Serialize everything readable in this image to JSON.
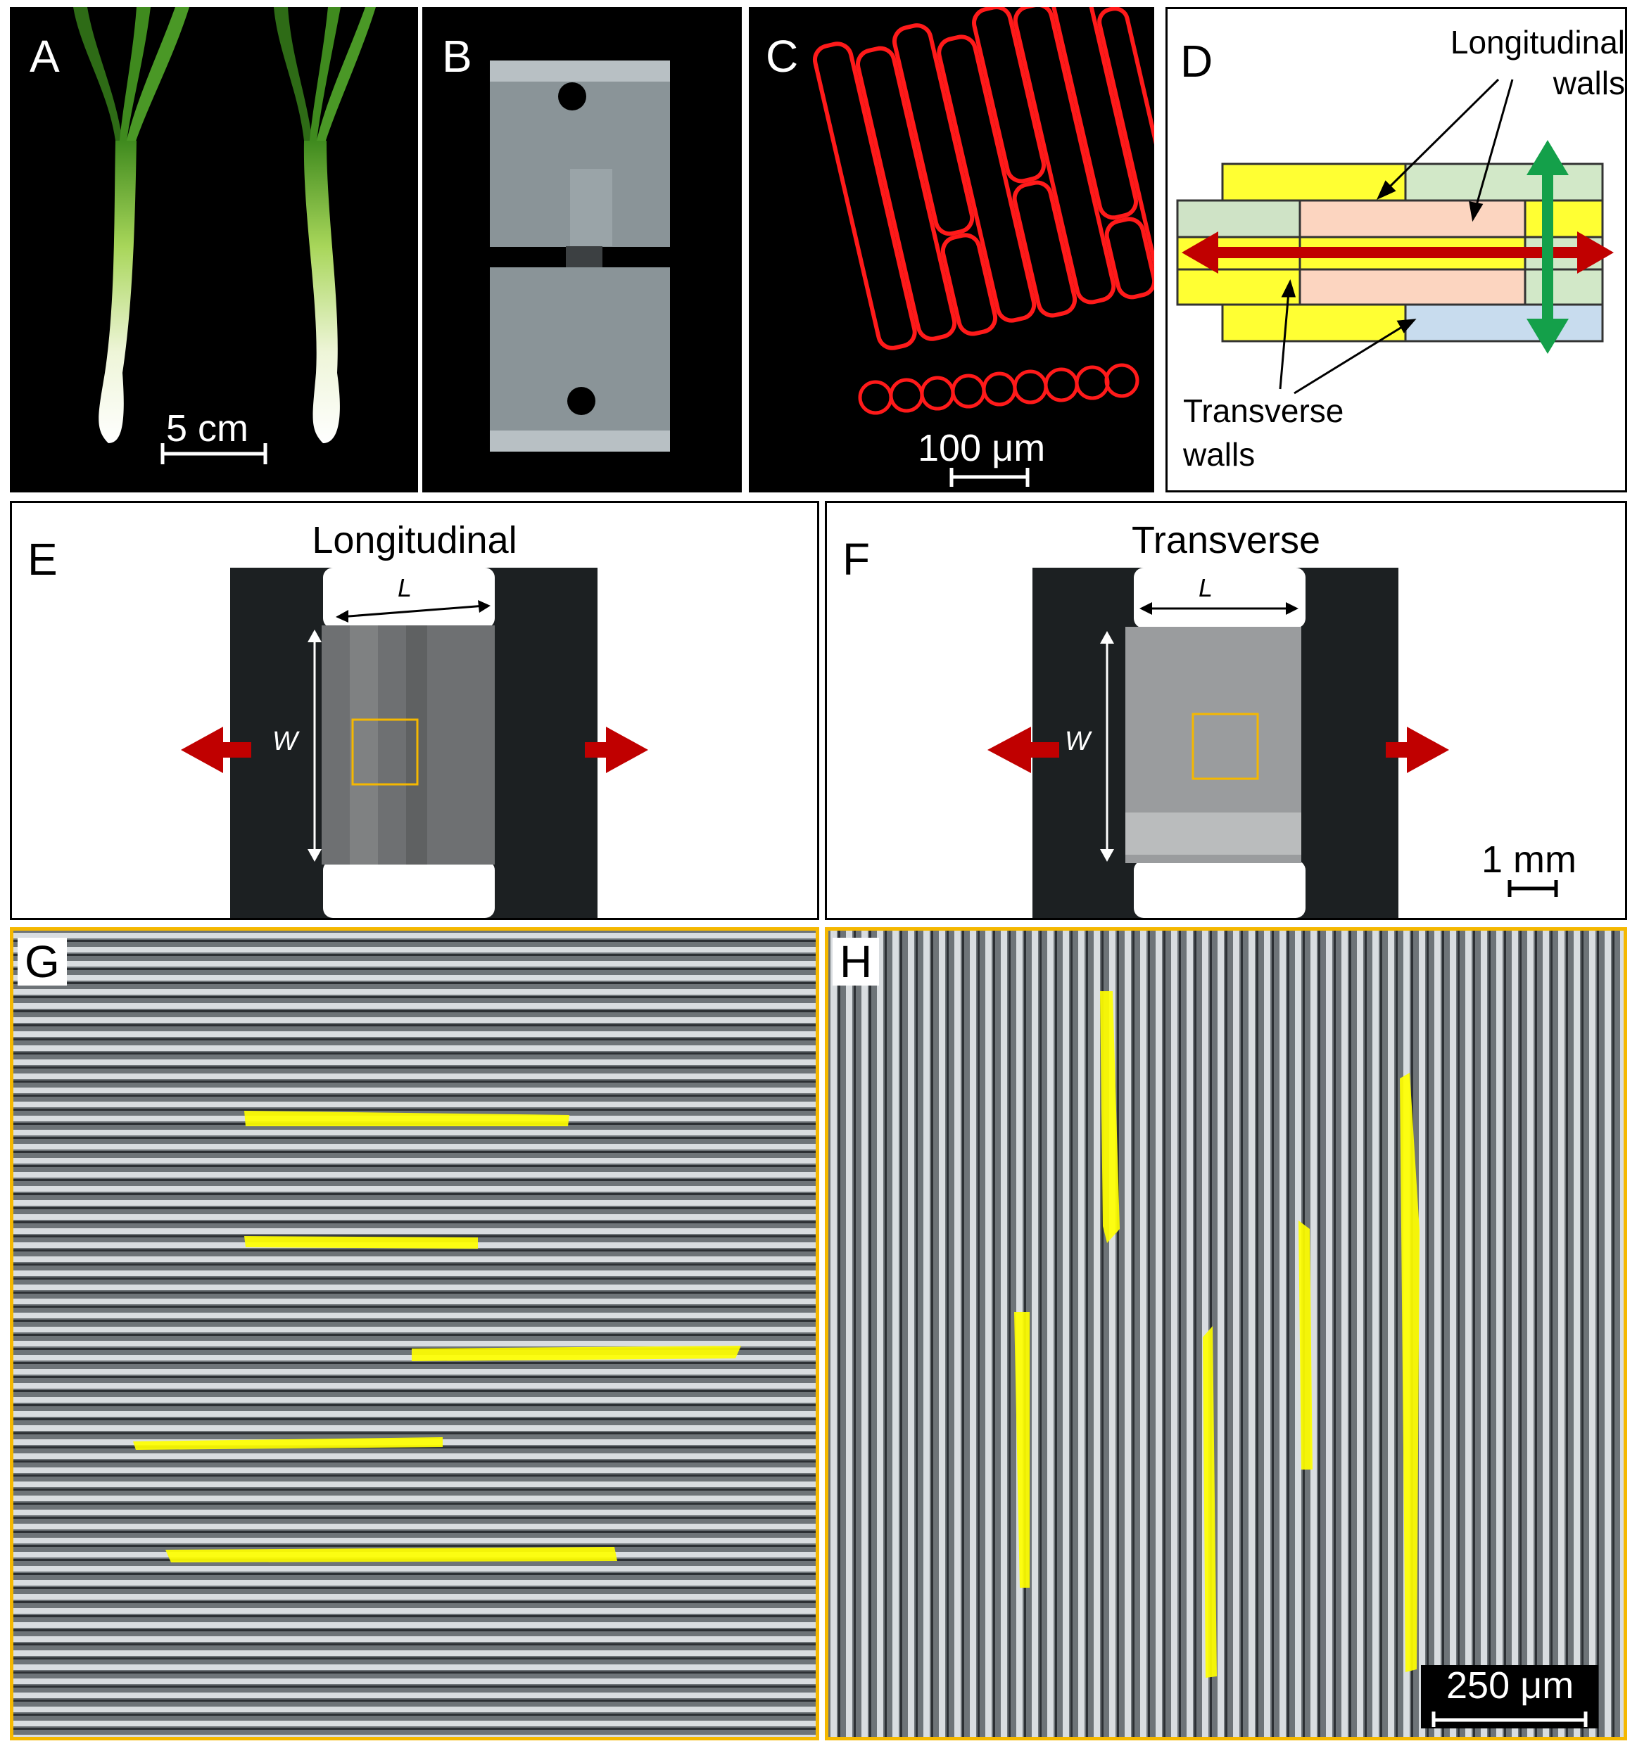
{
  "panels": {
    "A": {
      "letter": "A",
      "scale_label": "5 cm"
    },
    "B": {
      "letter": "B"
    },
    "C": {
      "letter": "C",
      "scale_label": "100 μm"
    },
    "D": {
      "letter": "D",
      "label_longitudinal_1": "Longitudinal",
      "label_longitudinal_2": "walls",
      "label_transverse_1": "Transverse",
      "label_transverse_2": "walls"
    },
    "E": {
      "letter": "E",
      "title": "Longitudinal",
      "label_L": "L",
      "label_W": "W"
    },
    "F": {
      "letter": "F",
      "title": "Transverse",
      "label_L": "L",
      "label_W": "W",
      "scale_label": "1 mm"
    },
    "G": {
      "letter": "G"
    },
    "H": {
      "letter": "H",
      "scale_label": "250 μm"
    }
  },
  "colors": {
    "highlight_yellow": "#ffff00",
    "arrow_red": "#c00000",
    "arrow_green": "#14a04a",
    "frame_orange": "#f5b800",
    "confocal_red": "#ff1a1a"
  }
}
